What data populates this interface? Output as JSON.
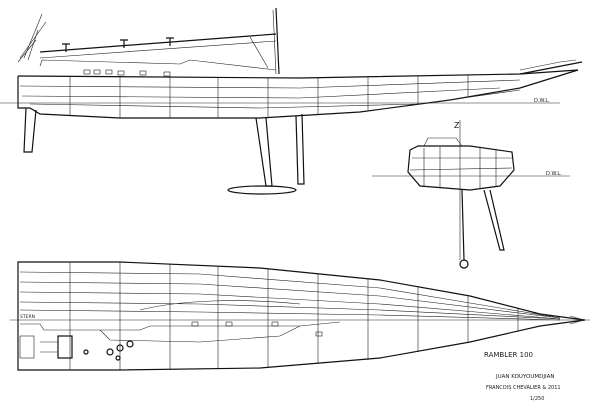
{
  "drawing": {
    "waterline_label_profile": "D.W.L.",
    "waterline_label_section": "D.W.L.",
    "section_marker": "Z",
    "deck_label": "STERN",
    "title_block": {
      "project": "RAMBLER 100",
      "designer": "JUAN KOUYOUMDJIAN",
      "firm": "FRANCOIS CHEVALIER & 2011",
      "sheet": "1/250"
    }
  },
  "colors": {
    "ink": "#111111",
    "paper": "#ffffff"
  }
}
